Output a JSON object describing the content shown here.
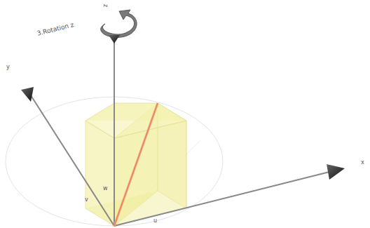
{
  "diagram": {
    "labels": [
      "3.Rotation z",
      "z",
      "y",
      "x",
      "u",
      "v",
      "w"
    ]
  }
}
